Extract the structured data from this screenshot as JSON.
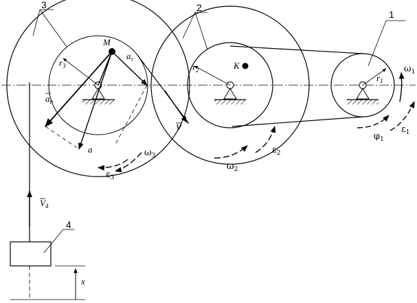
{
  "parts": {
    "wheel_1": "1",
    "wheel_2": "2",
    "wheel_3": "3",
    "block_4": "4"
  },
  "labels": {
    "point_M": "M",
    "point_K": "K",
    "r3": "r",
    "r3_sub": "3",
    "r2": "r",
    "r2_sub": "2",
    "r1": "r",
    "r1_sub": "1",
    "a_tau": "a",
    "a_tau_sub": "τ",
    "a_n": "a",
    "a_n_sub": "n",
    "a": "a",
    "v": "V",
    "v4": "V",
    "v4_sub": "4",
    "x": "x",
    "omega1": "ω",
    "omega1_sub": "1",
    "eps1": "ε",
    "eps1_sub": "1",
    "phi1": "φ",
    "phi1_sub": "1",
    "omega2": "ω",
    "omega2_sub": "2",
    "eps2": "ε",
    "eps2_sub": "2",
    "omega3": "ω",
    "omega3_sub": "3",
    "eps3": "ε",
    "eps3_sub": "3"
  }
}
